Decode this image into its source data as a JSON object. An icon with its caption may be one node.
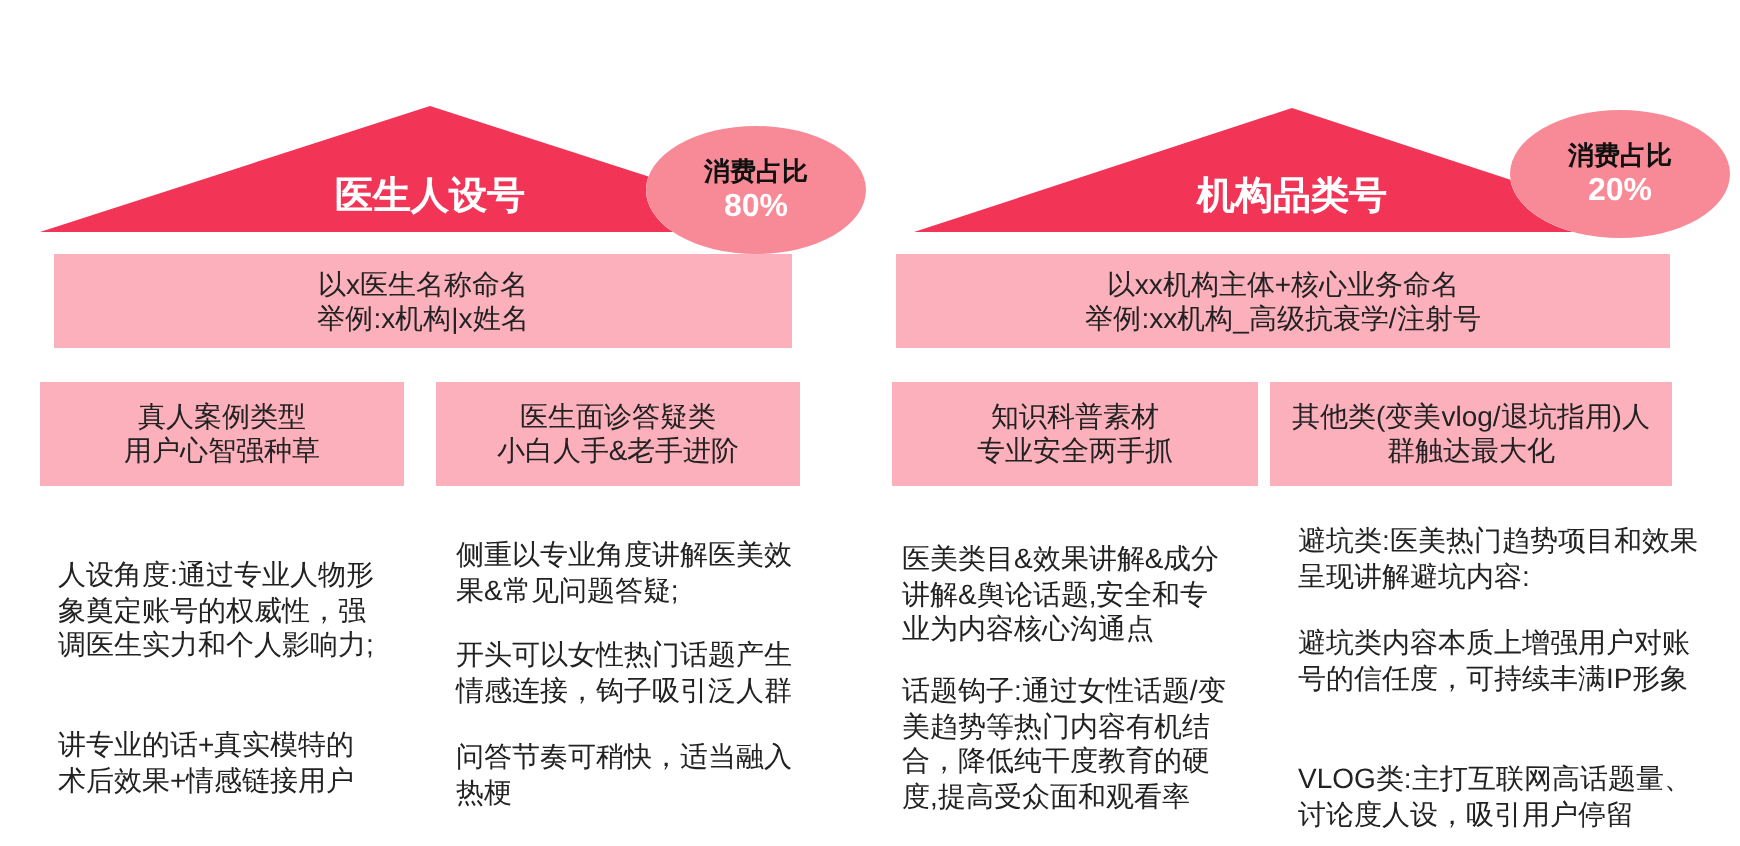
{
  "diagram": {
    "nodes": [
      {
        "text": [
          "医生人设号"
        ]
      },
      {
        "text": [
          "消费占比",
          "80%"
        ]
      },
      {
        "text": [
          "以x医生名称命名",
          "举例:x机构|x姓名"
        ]
      },
      {
        "text": [
          "真人案例类型",
          "用户心智强种草"
        ]
      },
      {
        "text": [
          "医生面诊答疑类",
          "小白人手&老手进阶"
        ]
      },
      {
        "text": [
          "机构品类号"
        ]
      },
      {
        "text": [
          "消费占比",
          "20%"
        ]
      },
      {
        "text": [
          "以xx机构主体+核心业务命名",
          "举例:xx机构_高级抗衰学/注射号"
        ]
      },
      {
        "text": [
          "知识科普素材",
          "专业安全两手抓"
        ]
      },
      {
        "text": [
          "其他类(变美vlog/退坑指用)人群触达最大化"
        ]
      }
    ],
    "labels": [
      "人设角度:通过专业人物形象奠定账号的权威性，强调医生实力和个人影响力;",
      "讲专业的话+真实模特的术后效果+情感链接用户",
      "侧重以专业角度讲解医美效果&常见问题答疑;",
      "开头可以女性热门话题产生情感连接，钩子吸引泛人群",
      "问答节奏可稍快，适当融入热梗",
      "医美类目&效果讲解&成分讲解&舆论话题,安全和专业为内容核心沟通点",
      "话题钩子:通过女性话题/变美趋势等热门内容有机结合，降低纯干度教育的硬度,提高受众面和观看率",
      "避坑类:医美热门趋势项目和效果呈现讲解避坑内容:",
      "避坑类内容本质上增强用户对账号的信任度，可持续丰满IP形象",
      "VLOG类:主打互联网高话题量、讨论度人设，吸引用户停留"
    ]
  }
}
